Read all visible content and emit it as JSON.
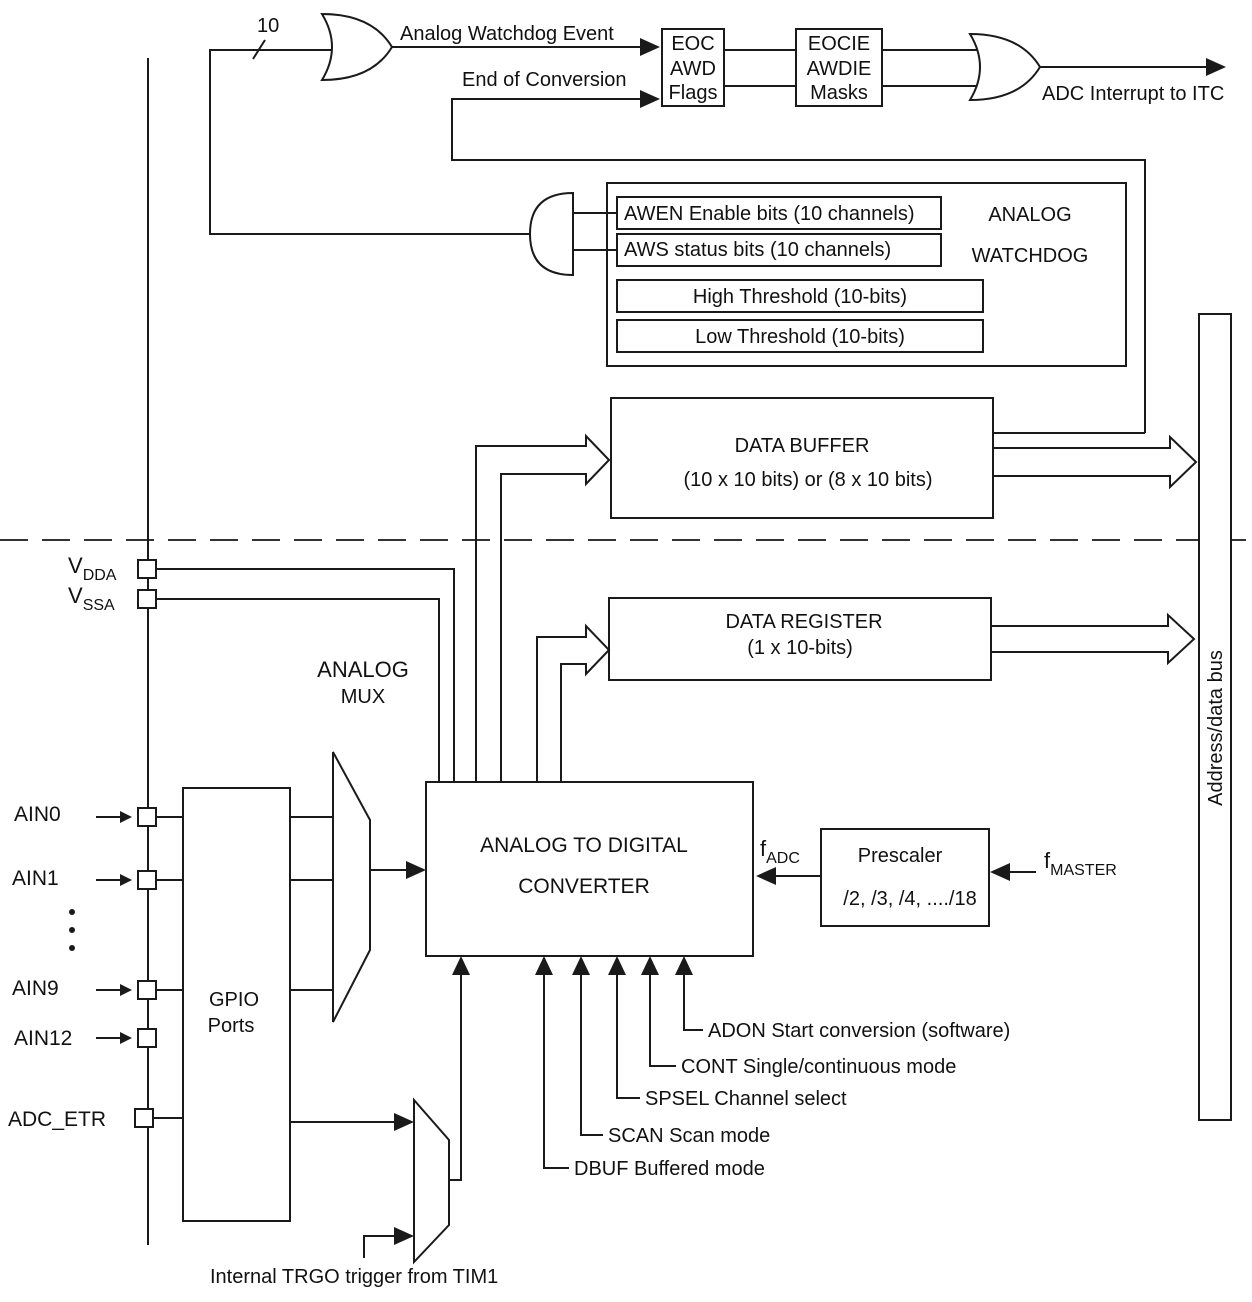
{
  "bus_label": "10",
  "signals": {
    "analog_watchdog_event": "Analog Watchdog Event",
    "end_of_conversion": "End of Conversion",
    "adc_interrupt": "ADC Interrupt to ITC",
    "internal_trgo": "Internal TRGO trigger from TIM1"
  },
  "flags_box": {
    "line1": "EOC",
    "line2": "AWD",
    "line3": "Flags"
  },
  "masks_box": {
    "line1": "EOCIE",
    "line2": "AWDIE",
    "line3": "Masks"
  },
  "watchdog": {
    "title_line1": "ANALOG",
    "title_line2": "WATCHDOG",
    "awen": "AWEN Enable bits (10 channels)",
    "aws": "AWS status bits (10 channels)",
    "high_threshold": "High Threshold (10-bits)",
    "low_threshold": "Low Threshold (10-bits)"
  },
  "data_buffer": {
    "line1": "DATA BUFFER",
    "line2": "(10 x 10 bits) or  (8 x 10 bits)"
  },
  "data_register": {
    "line1": "DATA REGISTER",
    "line2": "(1 x 10-bits)"
  },
  "address_bus": "Address/data bus",
  "supply": {
    "vdda_main": "V",
    "vdda_sub": "DDA",
    "vssa_main": "V",
    "vssa_sub": "SSA"
  },
  "analog_mux": {
    "line1": "ANALOG",
    "line2": "MUX"
  },
  "gpio": {
    "line1": "GPIO",
    "line2": "Ports"
  },
  "pins": [
    "AIN0",
    "AIN1",
    "AIN9",
    "AIN12",
    "ADC_ETR"
  ],
  "adc": {
    "line1": "ANALOG TO DIGITAL",
    "line2": "CONVERTER"
  },
  "f_adc": {
    "main": "f",
    "sub": "ADC"
  },
  "f_master": {
    "main": "f",
    "sub": "MASTER"
  },
  "prescaler": {
    "line1": "Prescaler",
    "line2": "/2, /3, /4, ..../18"
  },
  "controls": [
    "ADON Start conversion (software)",
    "CONT Single/continuous mode",
    "SPSEL Channel select",
    "SCAN Scan mode",
    "DBUF Buffered mode"
  ]
}
